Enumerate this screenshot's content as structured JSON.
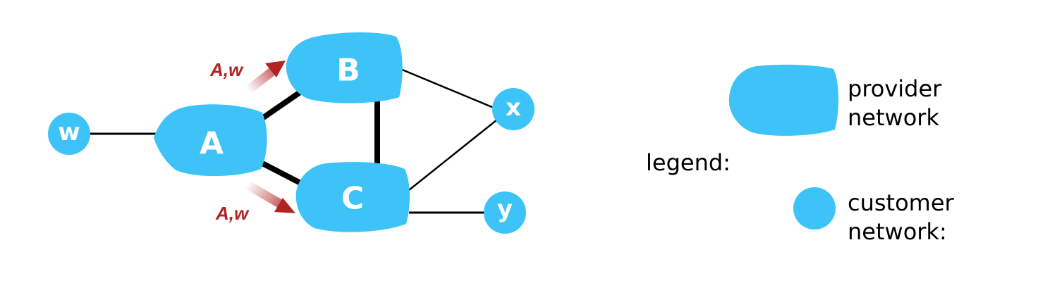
{
  "colors": {
    "network_fill": "#3dc3f8",
    "link": "#000000",
    "arrow": "#b32222"
  },
  "nodes": {
    "w": "w",
    "a": "A",
    "b": "B",
    "c": "C",
    "x": "x",
    "y": "y"
  },
  "advertisements": {
    "to_b": "A,w",
    "to_c": "A,w"
  },
  "legend": {
    "title": "legend:",
    "provider_line1": "provider",
    "provider_line2": "network",
    "customer_line1": "customer",
    "customer_line2": "network:"
  }
}
